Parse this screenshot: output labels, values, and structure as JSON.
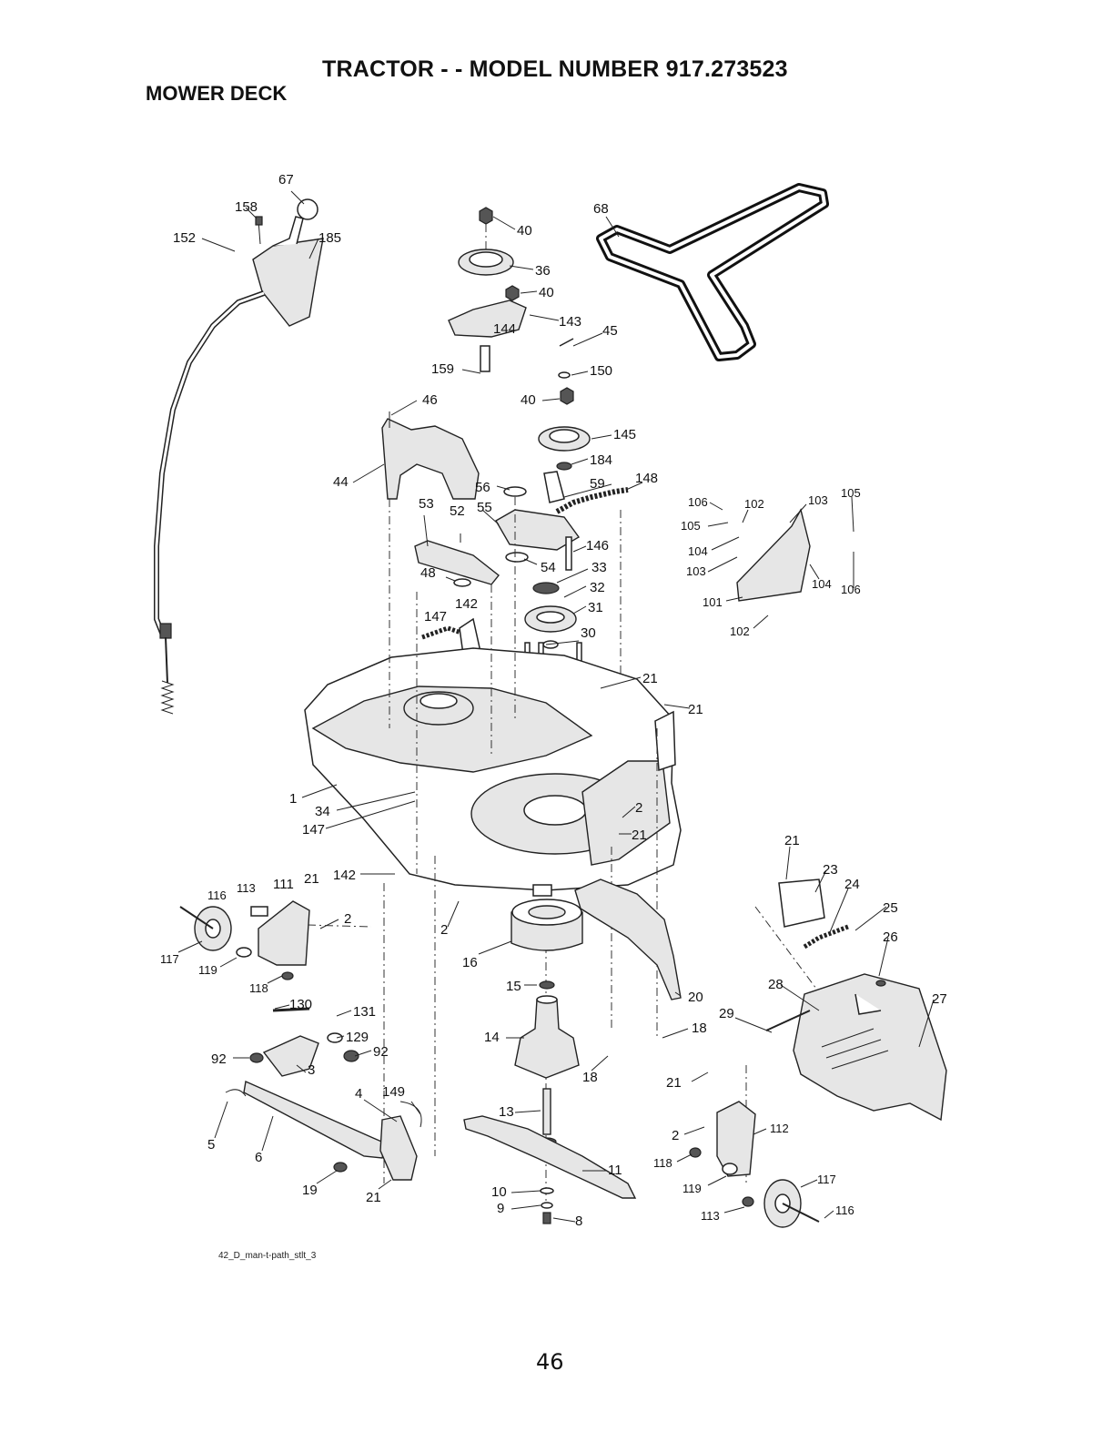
{
  "header": {
    "title": "TRACTOR - - MODEL NUMBER 917.273523",
    "subtitle": "MOWER DECK"
  },
  "reference_code": "42_D_man-t-path_stlt_3",
  "page_number": "46",
  "part_labels": [
    "67",
    "158",
    "185",
    "152",
    "40",
    "36",
    "40",
    "143",
    "144",
    "159",
    "45",
    "150",
    "40",
    "46",
    "44",
    "145",
    "184",
    "56",
    "59",
    "148",
    "53",
    "52",
    "55",
    "146",
    "54",
    "33",
    "48",
    "32",
    "31",
    "142",
    "147",
    "30",
    "21",
    "21",
    "1",
    "34",
    "147",
    "2",
    "21",
    "142",
    "21",
    "113",
    "111",
    "116",
    "2",
    "117",
    "119",
    "118",
    "16",
    "15",
    "2",
    "20",
    "18",
    "130",
    "131",
    "129",
    "92",
    "92",
    "3",
    "14",
    "18",
    "4",
    "149",
    "13",
    "5",
    "6",
    "19",
    "21",
    "11",
    "10",
    "9",
    "8",
    "21",
    "23",
    "24",
    "25",
    "26",
    "28",
    "27",
    "29",
    "21",
    "2",
    "112",
    "118",
    "119",
    "117",
    "113",
    "116",
    "106",
    "102",
    "103",
    "105",
    "105",
    "104",
    "103",
    "104",
    "106",
    "101",
    "102",
    "68"
  ]
}
